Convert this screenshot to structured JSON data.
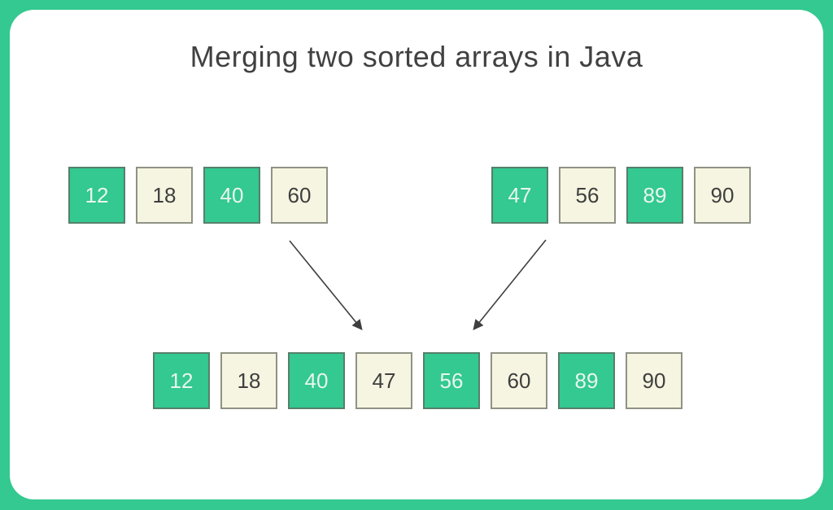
{
  "title": "Merging two sorted arrays in Java",
  "colors": {
    "background": "#33c990",
    "card": "#ffffff",
    "cell_green_fill": "#33c990",
    "cell_green_border": "#55806b",
    "cell_green_text": "#e9f6ee",
    "cell_cream_fill": "#f6f5e1",
    "cell_cream_border": "#8f9285",
    "cell_cream_text": "#3f3f3f",
    "title_text": "#414141",
    "arrow": "#3f3f3f"
  },
  "arrays": {
    "left": {
      "cells": [
        {
          "value": "12",
          "variant": "green"
        },
        {
          "value": "18",
          "variant": "cream"
        },
        {
          "value": "40",
          "variant": "green"
        },
        {
          "value": "60",
          "variant": "cream"
        }
      ]
    },
    "right": {
      "cells": [
        {
          "value": "47",
          "variant": "green"
        },
        {
          "value": "56",
          "variant": "cream"
        },
        {
          "value": "89",
          "variant": "green"
        },
        {
          "value": "90",
          "variant": "cream"
        }
      ]
    },
    "merged": {
      "cells": [
        {
          "value": "12",
          "variant": "green"
        },
        {
          "value": "18",
          "variant": "cream"
        },
        {
          "value": "40",
          "variant": "green"
        },
        {
          "value": "47",
          "variant": "cream"
        },
        {
          "value": "56",
          "variant": "green"
        },
        {
          "value": "60",
          "variant": "cream"
        },
        {
          "value": "89",
          "variant": "green"
        },
        {
          "value": "90",
          "variant": "cream"
        }
      ]
    }
  }
}
